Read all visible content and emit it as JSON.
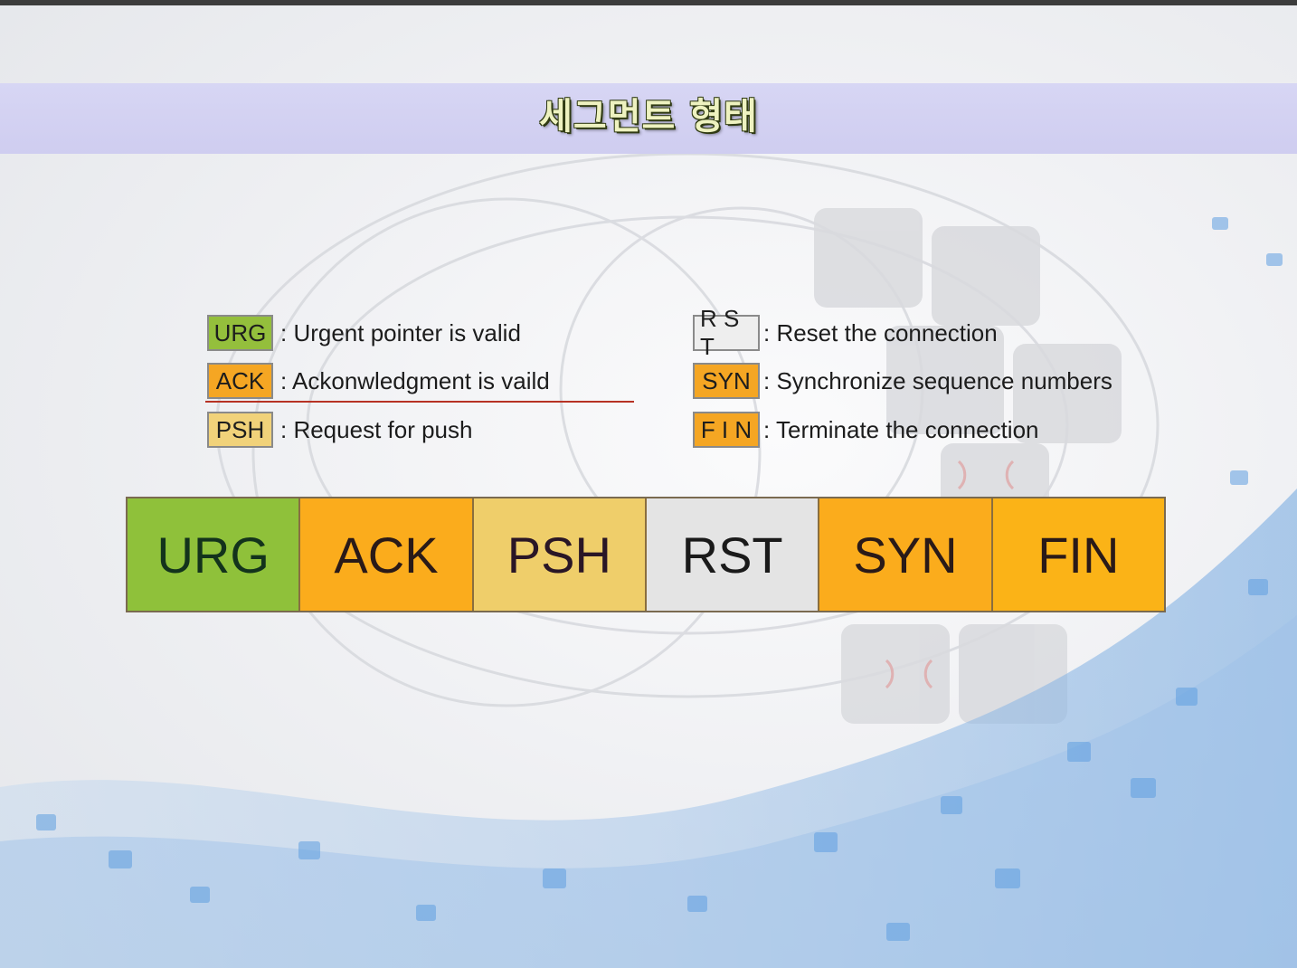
{
  "slide": {
    "title": "세그먼트 형태"
  },
  "legend": {
    "left": [
      {
        "code": "URG",
        "desc": ": Urgent pointer is valid",
        "color": "#94bf3c"
      },
      {
        "code": "ACK",
        "desc": ": Ackonwledgment is vaild",
        "color": "#f5a623"
      },
      {
        "code": "PSH",
        "desc": ": Request for push",
        "color": "#f1d27a"
      }
    ],
    "right": [
      {
        "code": "R S T",
        "desc": ": Reset the connection",
        "color": "#eeeeee"
      },
      {
        "code": "SYN",
        "desc": ": Synchronize sequence numbers",
        "color": "#f5a623"
      },
      {
        "code": "F I N",
        "desc": ": Terminate the connection",
        "color": "#f5a623"
      }
    ]
  },
  "flags": [
    {
      "label": "URG",
      "color": "#8fc13a",
      "text_color": "#13331c"
    },
    {
      "label": "ACK",
      "color": "#fbac1c",
      "text_color": "#2a1a18"
    },
    {
      "label": "PSH",
      "color": "#efce6a",
      "text_color": "#2a1626"
    },
    {
      "label": "RST",
      "color": "#e4e4e4",
      "text_color": "#1a1a1a"
    },
    {
      "label": "SYN",
      "color": "#fbac1c",
      "text_color": "#2a1a18"
    },
    {
      "label": "FIN",
      "color": "#fbb317",
      "text_color": "#2a1a18"
    }
  ]
}
